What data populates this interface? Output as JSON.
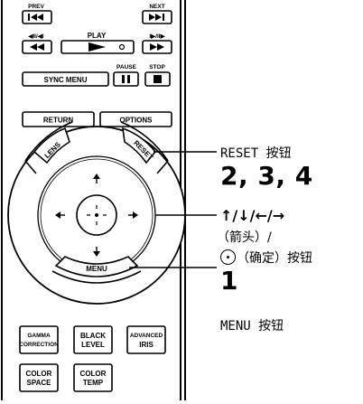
{
  "remote": {
    "prev_label": "PREV",
    "next_label": "NEXT",
    "play_label": "PLAY",
    "pause_label": "PAUSE",
    "stop_label": "STOP",
    "sync_menu_label": "SYNC MENU",
    "return_label": "RETURN",
    "options_label": "OPTIONS",
    "lens_label": "LENS",
    "reset_label": "RESET",
    "menu_label": "MENU",
    "gamma_correction_label": [
      "GAMMA",
      "CORRECTION"
    ],
    "black_level_label": [
      "BLACK",
      "LEVEL"
    ],
    "advanced_iris_label": [
      "ADVANCED",
      "IRIS"
    ],
    "color_space_label": [
      "COLOR",
      "SPACE"
    ],
    "color_temp_label": [
      "COLOR",
      "TEMP"
    ]
  },
  "callouts": {
    "reset_button": "RESET 按钮",
    "steps_234": "2, 3, 4",
    "arrow_keys": "↑/↓/←/→",
    "arrows_cn": "（箭头）/",
    "enter_cn": "（确定）按钮",
    "step_1": "1",
    "menu_button": "MENU 按钮"
  }
}
